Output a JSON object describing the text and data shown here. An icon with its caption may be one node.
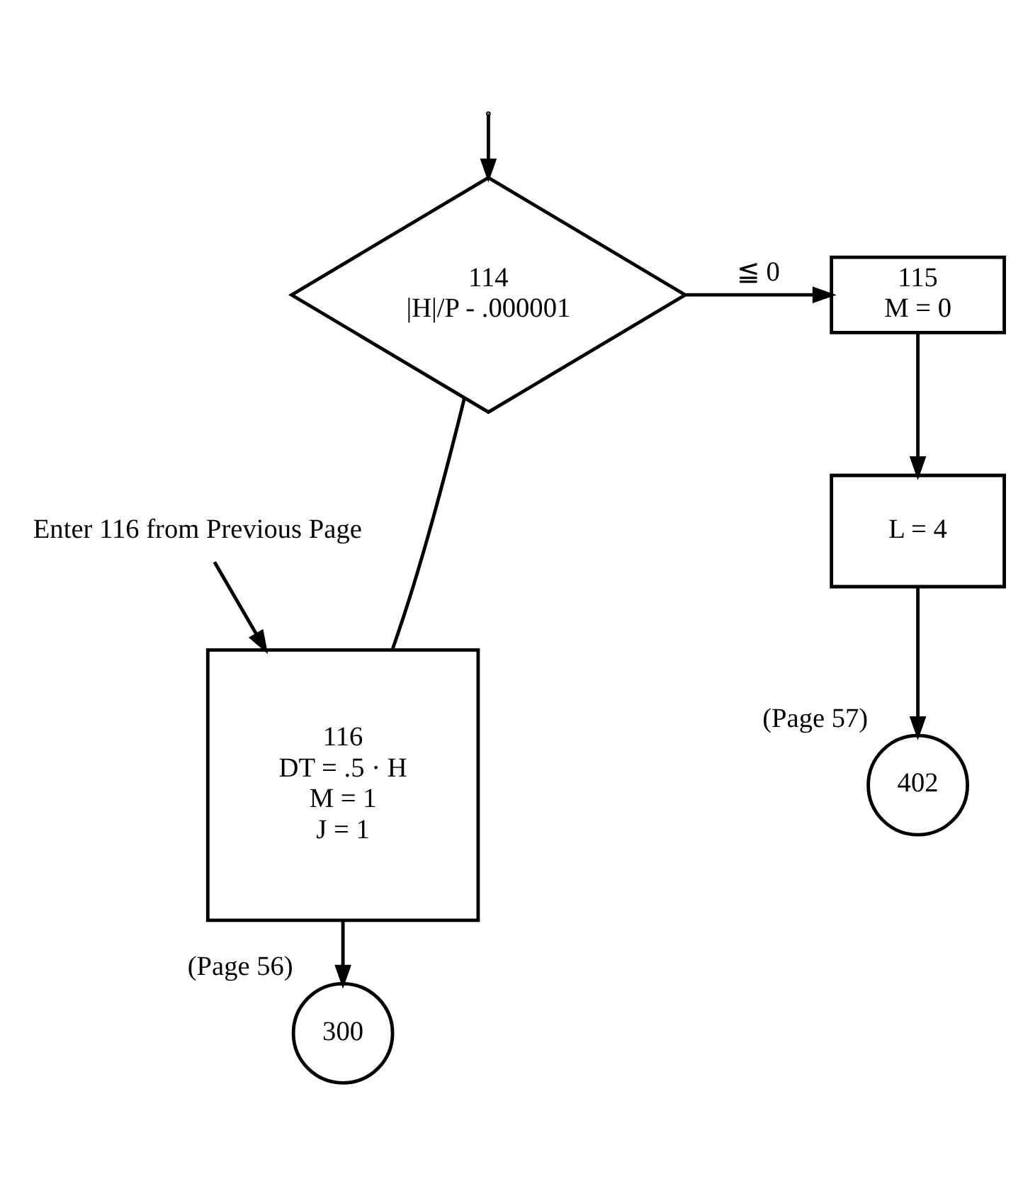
{
  "diagram": {
    "nodes": [
      {
        "text": [
          "114",
          "|H|/P - .000001"
        ]
      },
      {
        "text": [
          "115",
          "M = 0"
        ]
      },
      {
        "text": [
          "L = 4"
        ]
      },
      {
        "text": [
          "402"
        ],
        "beside": [
          "(Page 57)"
        ]
      },
      {
        "text": [
          "Enter 116 from Previous Page"
        ]
      },
      {
        "text": [
          "116",
          "DT = .5 · H",
          "M = 1",
          "J = 1"
        ]
      },
      {
        "text": [
          "300"
        ],
        "beside": [
          "(Page 56)"
        ]
      }
    ],
    "edges": [
      {
        "from": null,
        "to": 0,
        "arrow": "to"
      },
      {
        "from": 0,
        "to": 1,
        "arrow": "to",
        "label": "≦ 0"
      },
      {
        "from": 1,
        "to": 2,
        "arrow": "to"
      },
      {
        "from": 2,
        "to": 3,
        "arrow": "to"
      },
      {
        "from": 0,
        "to": 5,
        "arrow": "none"
      },
      {
        "from": 4,
        "to": 5,
        "arrow": "to"
      },
      {
        "from": 5,
        "to": 6,
        "arrow": "to"
      }
    ]
  }
}
